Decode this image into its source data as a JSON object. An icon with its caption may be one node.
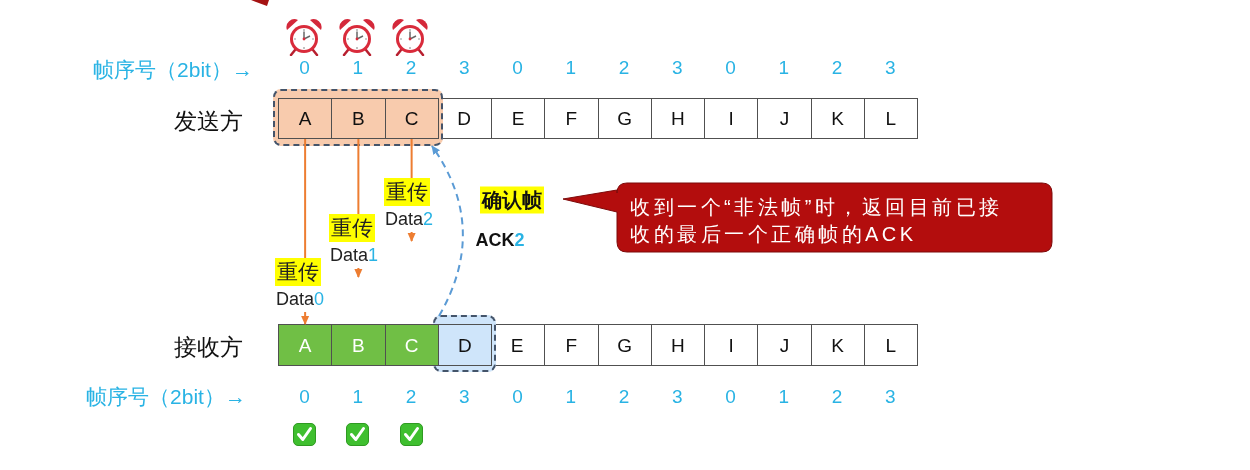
{
  "diagram": {
    "nodes": [
      {
        "text": [],
        "shape": "box"
      },
      {
        "text": [
          "A"
        ],
        "in": 0
      },
      {
        "text": [
          "B"
        ],
        "in": 0
      },
      {
        "text": [
          "C"
        ],
        "in": 0
      },
      {
        "text": [
          "D"
        ]
      },
      {
        "text": [
          "E"
        ]
      },
      {
        "text": [
          "F"
        ]
      },
      {
        "text": [
          "G"
        ]
      },
      {
        "text": [
          "H"
        ]
      },
      {
        "text": [
          "I"
        ]
      },
      {
        "text": [
          "J"
        ]
      },
      {
        "text": [
          "K"
        ]
      },
      {
        "text": [
          "L"
        ]
      },
      {
        "text": [
          "收到一个“非法帧”时，返回目前已接收的最后一个正确帧的ACK"
        ]
      },
      {
        "text": [
          "A"
        ]
      },
      {
        "text": [
          "B"
        ]
      },
      {
        "text": [
          "C"
        ]
      },
      {
        "text": [],
        "shape": "box"
      },
      {
        "text": [
          "D"
        ],
        "in": 17
      },
      {
        "text": [
          "E"
        ]
      },
      {
        "text": [
          "F"
        ]
      },
      {
        "text": [
          "G"
        ]
      },
      {
        "text": [
          "H"
        ]
      },
      {
        "text": [
          "I"
        ]
      },
      {
        "text": [
          "J"
        ]
      },
      {
        "text": [
          "K"
        ]
      },
      {
        "text": [
          "L"
        ]
      }
    ],
    "edges": [
      {
        "from": 1,
        "to": 14,
        "arrow": "to",
        "label": "重传 Data0"
      },
      {
        "from": 2,
        "to": null,
        "arrow": "to",
        "label": "重传 Data1"
      },
      {
        "from": 3,
        "to": null,
        "arrow": "to",
        "label": "重传 Data2"
      },
      {
        "from": 17,
        "to": 0,
        "arrow": "to",
        "style": "dashed",
        "color": "#5b9bd5"
      }
    ],
    "labels": [
      "帧序号（2bit）→",
      "0",
      "1",
      "2",
      "3",
      "0",
      "1",
      "2",
      "3",
      "0",
      "1",
      "2",
      "3",
      "发送方",
      "确认帧",
      "ACK2",
      "接收方",
      "帧序号（2bit）→",
      "0",
      "1",
      "2",
      "3",
      "0",
      "1",
      "2",
      "3",
      "0",
      "1",
      "2",
      "3"
    ]
  }
}
